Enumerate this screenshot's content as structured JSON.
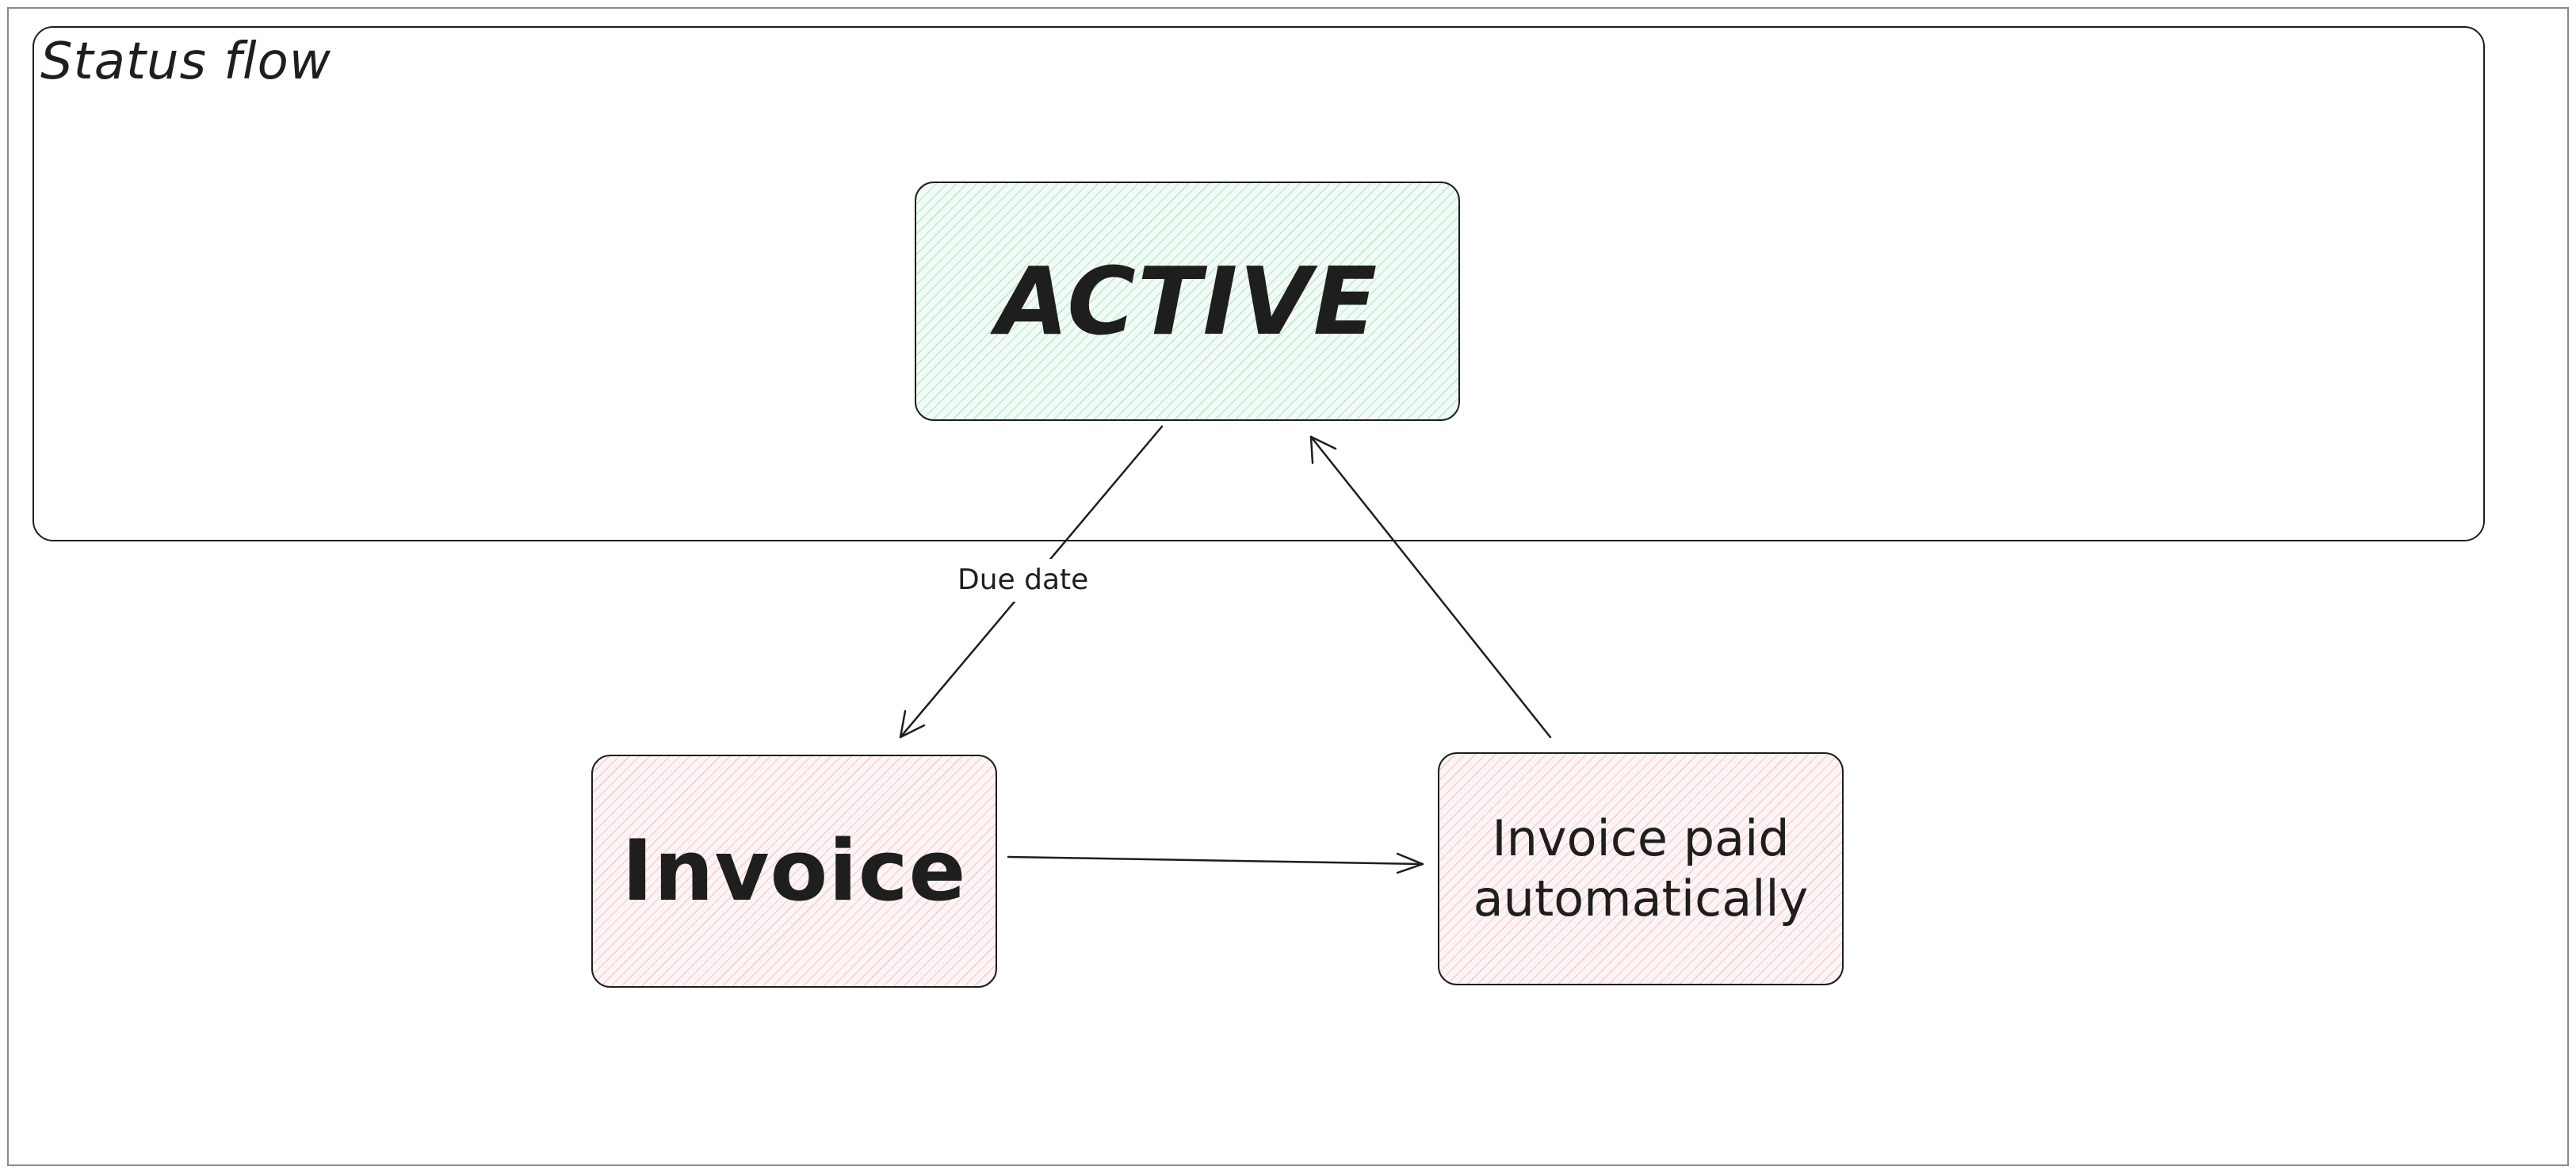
{
  "group": {
    "title": "Status flow"
  },
  "nodes": {
    "active": {
      "label": "ACTIVE"
    },
    "invoice": {
      "label": "Invoice"
    },
    "invoice_paid": {
      "label": "Invoice paid automatically"
    }
  },
  "edges": {
    "due_date": {
      "label": "Due date"
    }
  },
  "colors": {
    "stroke": "#1e1e1e",
    "active_fill": "#b2f2bb",
    "invoice_fill": "#ffc9c9"
  }
}
